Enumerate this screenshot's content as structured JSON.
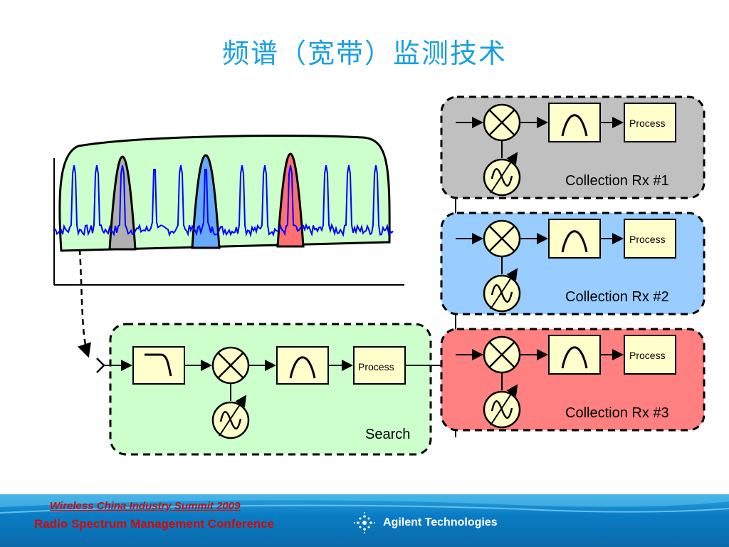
{
  "title": "频谱（宽带）监测技术",
  "process_label": "Process",
  "search_label": "Search",
  "collection": [
    {
      "label": "Collection Rx #1",
      "color": "#c0c0c0"
    },
    {
      "label": "Collection Rx #2",
      "color": "#99ccff"
    },
    {
      "label": "Collection Rx #3",
      "color": "#ff8080"
    }
  ],
  "colors": {
    "title": "#1aa0e0",
    "search_bg": "#ccffcc",
    "block_fill": "#ffffcc",
    "spectrum_trace": "#0000ff",
    "highlight_gray": "#b0b0b0",
    "highlight_blue": "#66aaff",
    "highlight_red": "#ff7070"
  },
  "footer": {
    "conference_line1": "Wireless China Industry Summit 2009",
    "conference_line2": "Radio Spectrum Management Conference",
    "company": "Agilent Technologies"
  }
}
